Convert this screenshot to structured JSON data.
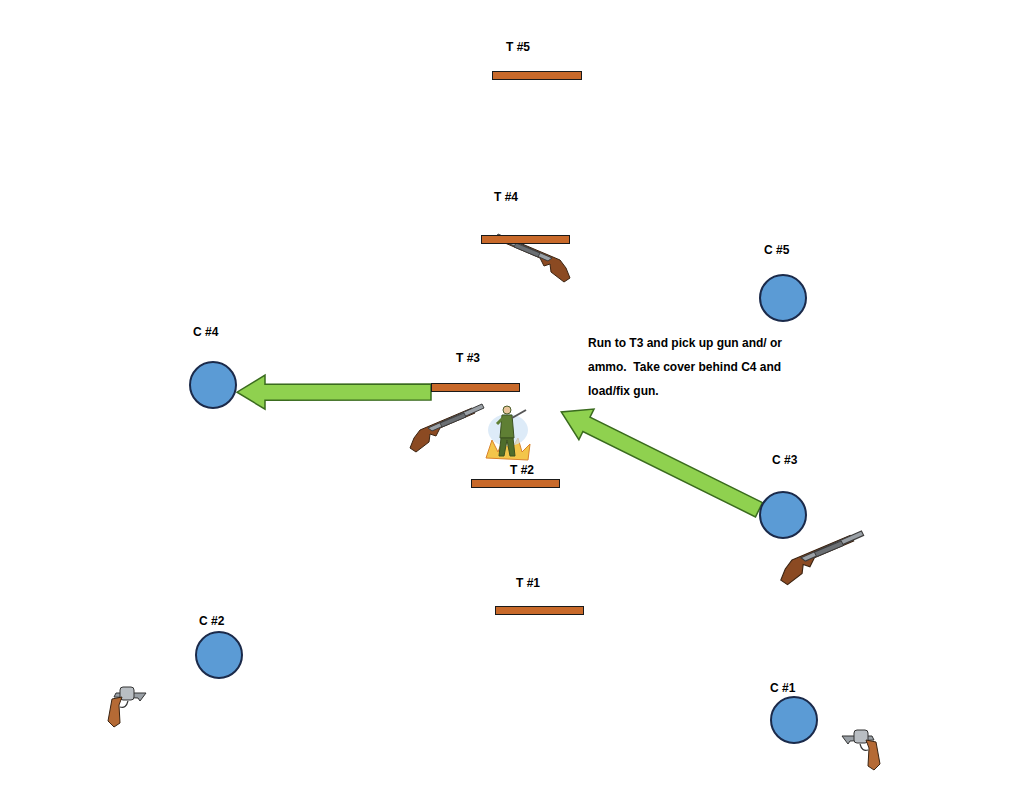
{
  "diagram": {
    "nodes": [
      {
        "text": [
          "T #5"
        ]
      },
      {
        "text": [
          "T #4"
        ]
      },
      {
        "text": [
          "C #5"
        ]
      },
      {
        "text": [
          "C #4"
        ]
      },
      {
        "text": [
          "T #3"
        ]
      },
      {
        "text": [
          "T #2"
        ]
      },
      {
        "text": [
          "C #3"
        ]
      },
      {
        "text": [
          "T #1"
        ]
      },
      {
        "text": [
          "C #2"
        ]
      },
      {
        "text": [
          "C #1"
        ]
      }
    ],
    "edges": [
      {
        "from": 6,
        "to": 4,
        "arrow": "to"
      },
      {
        "from": 4,
        "to": 3,
        "arrow": "to"
      }
    ],
    "labels": [
      "Run to T3 and pick up gun and/ or ammo.  Take cover behind C4 and load/fix gun."
    ]
  }
}
